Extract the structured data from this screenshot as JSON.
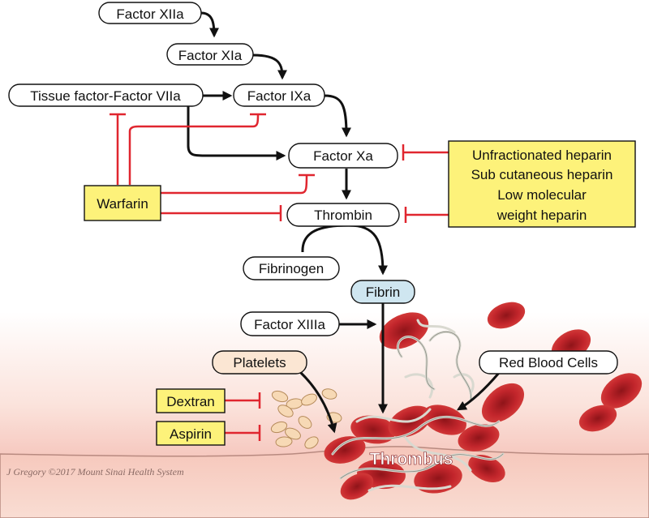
{
  "diagram": {
    "factors": {
      "xiia": "Factor XIIa",
      "xia": "Factor XIa",
      "tf_viia": "Tissue factor-Factor VIIa",
      "ixa": "Factor IXa",
      "xa": "Factor Xa",
      "thrombin": "Thrombin",
      "fibrinogen": "Fibrinogen",
      "fibrin": "Fibrin",
      "xiiia": "Factor XIIIa"
    },
    "drugs": {
      "warfarin": "Warfarin",
      "heparin_lines": [
        "Unfractionated heparin",
        "Sub cutaneous heparin",
        "Low molecular",
        "weight heparin"
      ],
      "dextran": "Dextran",
      "aspirin": "Aspirin"
    },
    "cells": {
      "platelets": "Platelets",
      "red_blood_cells": "Red Blood Cells",
      "thrombus": "Thrombus"
    },
    "credit": "J Gregory ©2017 Mount Sinai Health System",
    "colors": {
      "inhibitor": "#e0262f",
      "drug_box": "#fdf27a",
      "fibrin_box": "#cfe6f0",
      "platelet_box": "#fbe6d3",
      "rbc": "#c0272d",
      "tissue": "#f2b7ac"
    }
  }
}
